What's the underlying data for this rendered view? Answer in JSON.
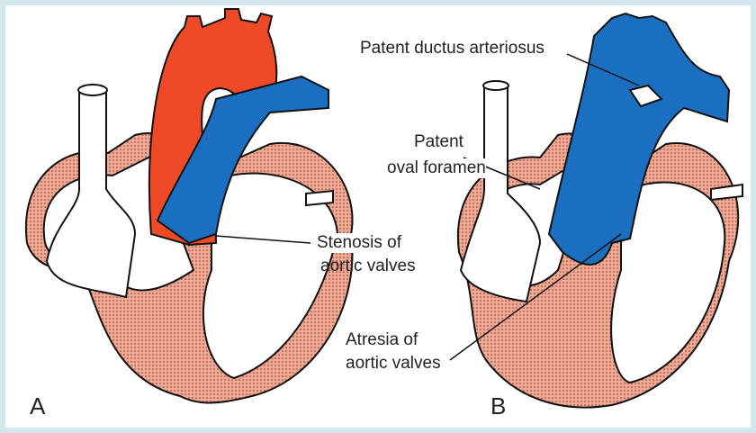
{
  "labels": {
    "panel_a": "A",
    "panel_b": "B",
    "stenosis_1": "Stenosis of",
    "stenosis_2": "aortic valves",
    "pda": "Patent ductus arteriosus",
    "pfo_1": "Patent",
    "pfo_2": "oval foramen",
    "atresia_1": "Atresia of",
    "atresia_2": "aortic valves"
  },
  "colors": {
    "aorta": "#ef4a27",
    "pulmonary": "#1b6fc1",
    "myocardium": "#f2a993",
    "background": "#d3e7ee"
  }
}
